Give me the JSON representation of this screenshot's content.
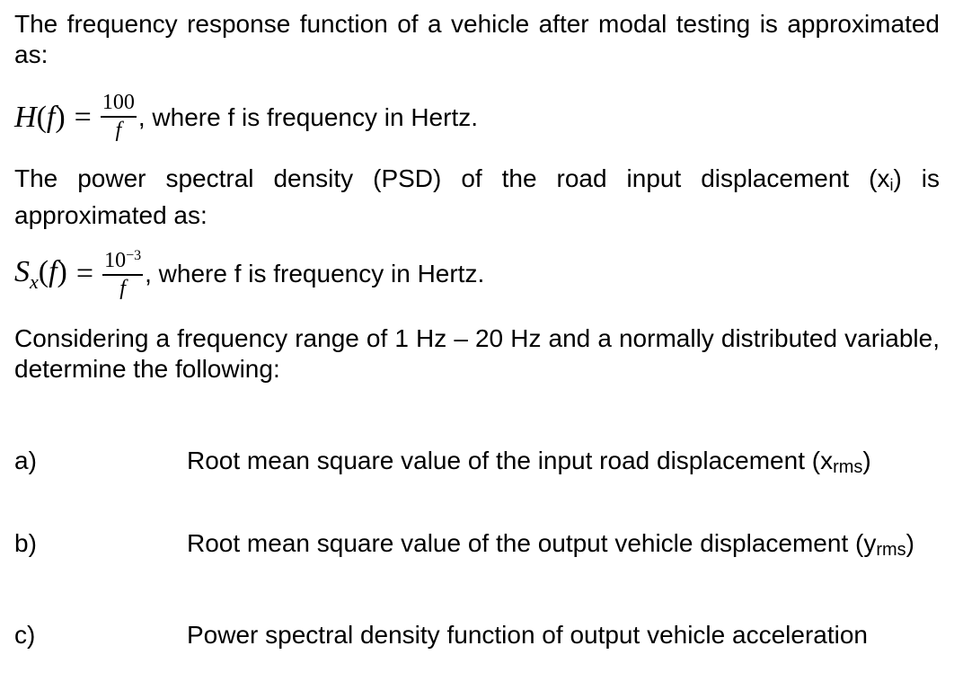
{
  "intro": {
    "text": "The frequency response function of a vehicle after modal testing is approximated as:"
  },
  "equation1": {
    "lhs_func": "H",
    "lhs_arg": "f",
    "numerator": "100",
    "denominator": "f",
    "suffix": ", where f is frequency in Hertz."
  },
  "psd_intro": {
    "text_before": "The power spectral density (PSD) of the road input displacement (x",
    "subscript": "i",
    "text_after": ") is approximated as:"
  },
  "equation2": {
    "lhs_func": "S",
    "lhs_sub": "x",
    "lhs_arg": "f",
    "numerator_base": "10",
    "numerator_exp": "−3",
    "denominator": "f",
    "suffix": ", where f is frequency in Hertz."
  },
  "task_intro": {
    "text": "Considering a frequency range of 1 Hz – 20 Hz and a normally distributed variable, determine the following:"
  },
  "items": [
    {
      "label": "a)",
      "text_before": "Root mean square value of the input road displacement (x",
      "subscript": "rms",
      "text_after": ")"
    },
    {
      "label": "b)",
      "text_before": "Root mean square value of the output vehicle displacement (y",
      "subscript": "rms",
      "text_after": ")"
    },
    {
      "label": "c)",
      "text": "Power spectral density function of output vehicle acceleration"
    }
  ]
}
